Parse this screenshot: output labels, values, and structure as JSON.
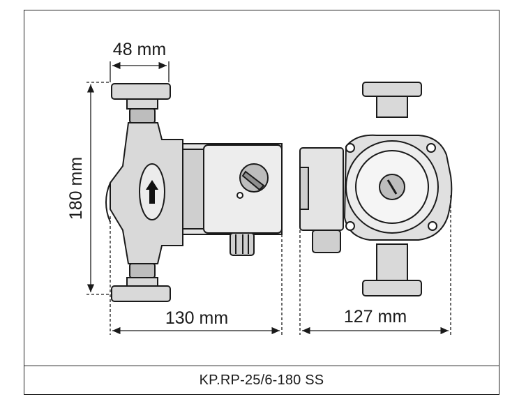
{
  "dimensions": {
    "flange_width": "48 mm",
    "height": "180 mm",
    "side_length": "130 mm",
    "front_width": "127 mm"
  },
  "model": "KP.RP-25/6-180 SS",
  "colors": {
    "line": "#1a1a1a",
    "fill_light": "#d9d9d9",
    "fill_mid": "#bdbdbd"
  },
  "icons": [
    "flow-arrow-icon"
  ]
}
